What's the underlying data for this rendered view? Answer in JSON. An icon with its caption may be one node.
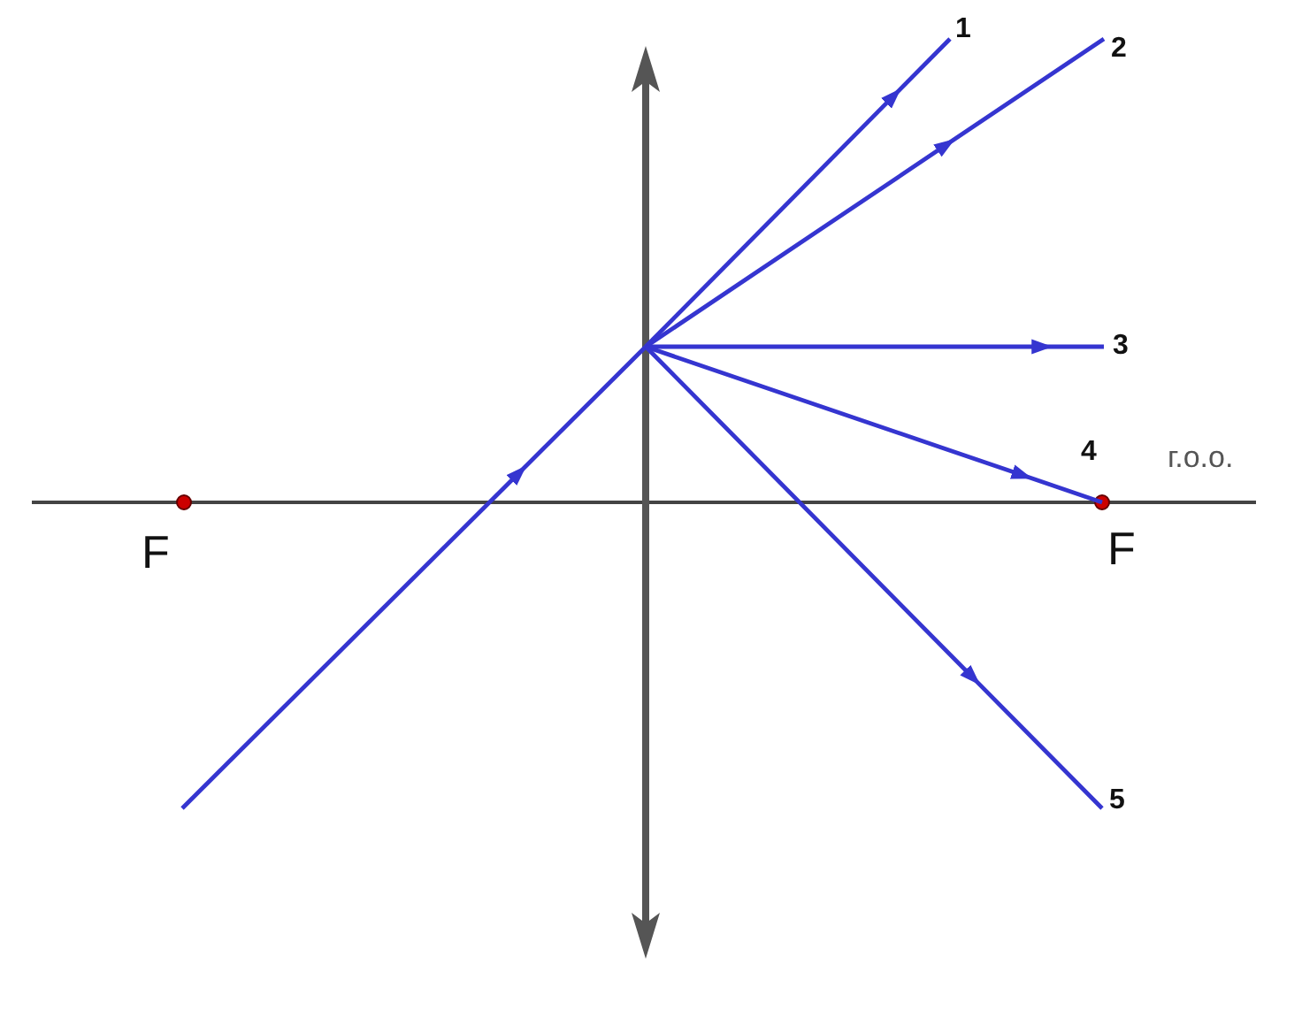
{
  "diagram": {
    "labels": [
      "1",
      "2",
      "3",
      "4",
      "г.о.о.",
      "F",
      "F",
      "5"
    ]
  }
}
